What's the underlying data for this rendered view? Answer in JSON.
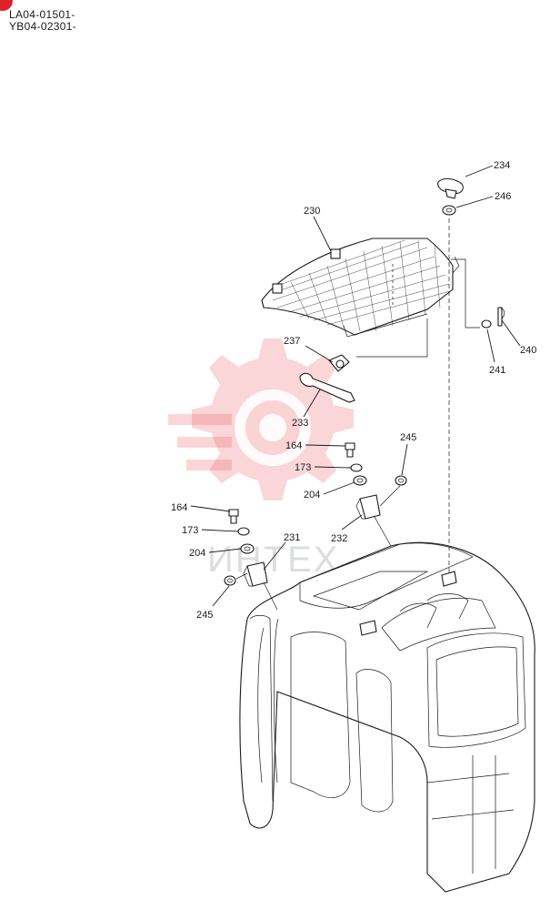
{
  "header": {
    "serials": [
      "LA04-01501-",
      "YB04-02301-"
    ]
  },
  "watermark": {
    "text": "ИНТЕХ",
    "color": "#e8464f"
  },
  "accent_color": "#e2202a",
  "callouts": [
    {
      "id": "c234",
      "label": "234"
    },
    {
      "id": "c246",
      "label": "246"
    },
    {
      "id": "c230",
      "label": "230"
    },
    {
      "id": "c240",
      "label": "240"
    },
    {
      "id": "c241",
      "label": "241"
    },
    {
      "id": "c237",
      "label": "237"
    },
    {
      "id": "c233",
      "label": "233"
    },
    {
      "id": "c164a",
      "label": "164"
    },
    {
      "id": "c173a",
      "label": "173"
    },
    {
      "id": "c204a",
      "label": "204"
    },
    {
      "id": "c245a",
      "label": "245"
    },
    {
      "id": "c232",
      "label": "232"
    },
    {
      "id": "c164b",
      "label": "164"
    },
    {
      "id": "c173b",
      "label": "173"
    },
    {
      "id": "c204b",
      "label": "204"
    },
    {
      "id": "c231",
      "label": "231"
    },
    {
      "id": "c245b",
      "label": "245"
    }
  ]
}
